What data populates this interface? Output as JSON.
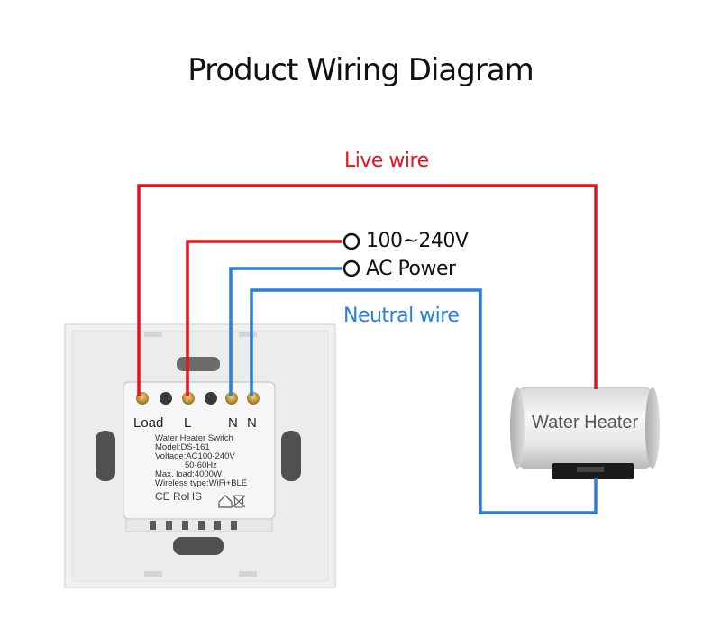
{
  "title": "Product Wiring Diagram",
  "labels": {
    "live_wire": "Live wire",
    "neutral_wire": "Neutral wire",
    "terminal_1": "100~240V",
    "terminal_2": "AC Power"
  },
  "module": {
    "terminals": [
      "Load",
      "L",
      "N",
      "N"
    ],
    "spec_lines": [
      "Water Heater Switch",
      "Model:DS-161",
      "Voltage:AC100-240V",
      "50-60Hz",
      "Max. load:4000W",
      "Wireless type:WiFi+BLE"
    ],
    "certifications": "CE RoHS"
  },
  "heater": {
    "label": "Water Heater"
  },
  "colors": {
    "live": "#e3141b",
    "neutral": "#2a7de1"
  }
}
